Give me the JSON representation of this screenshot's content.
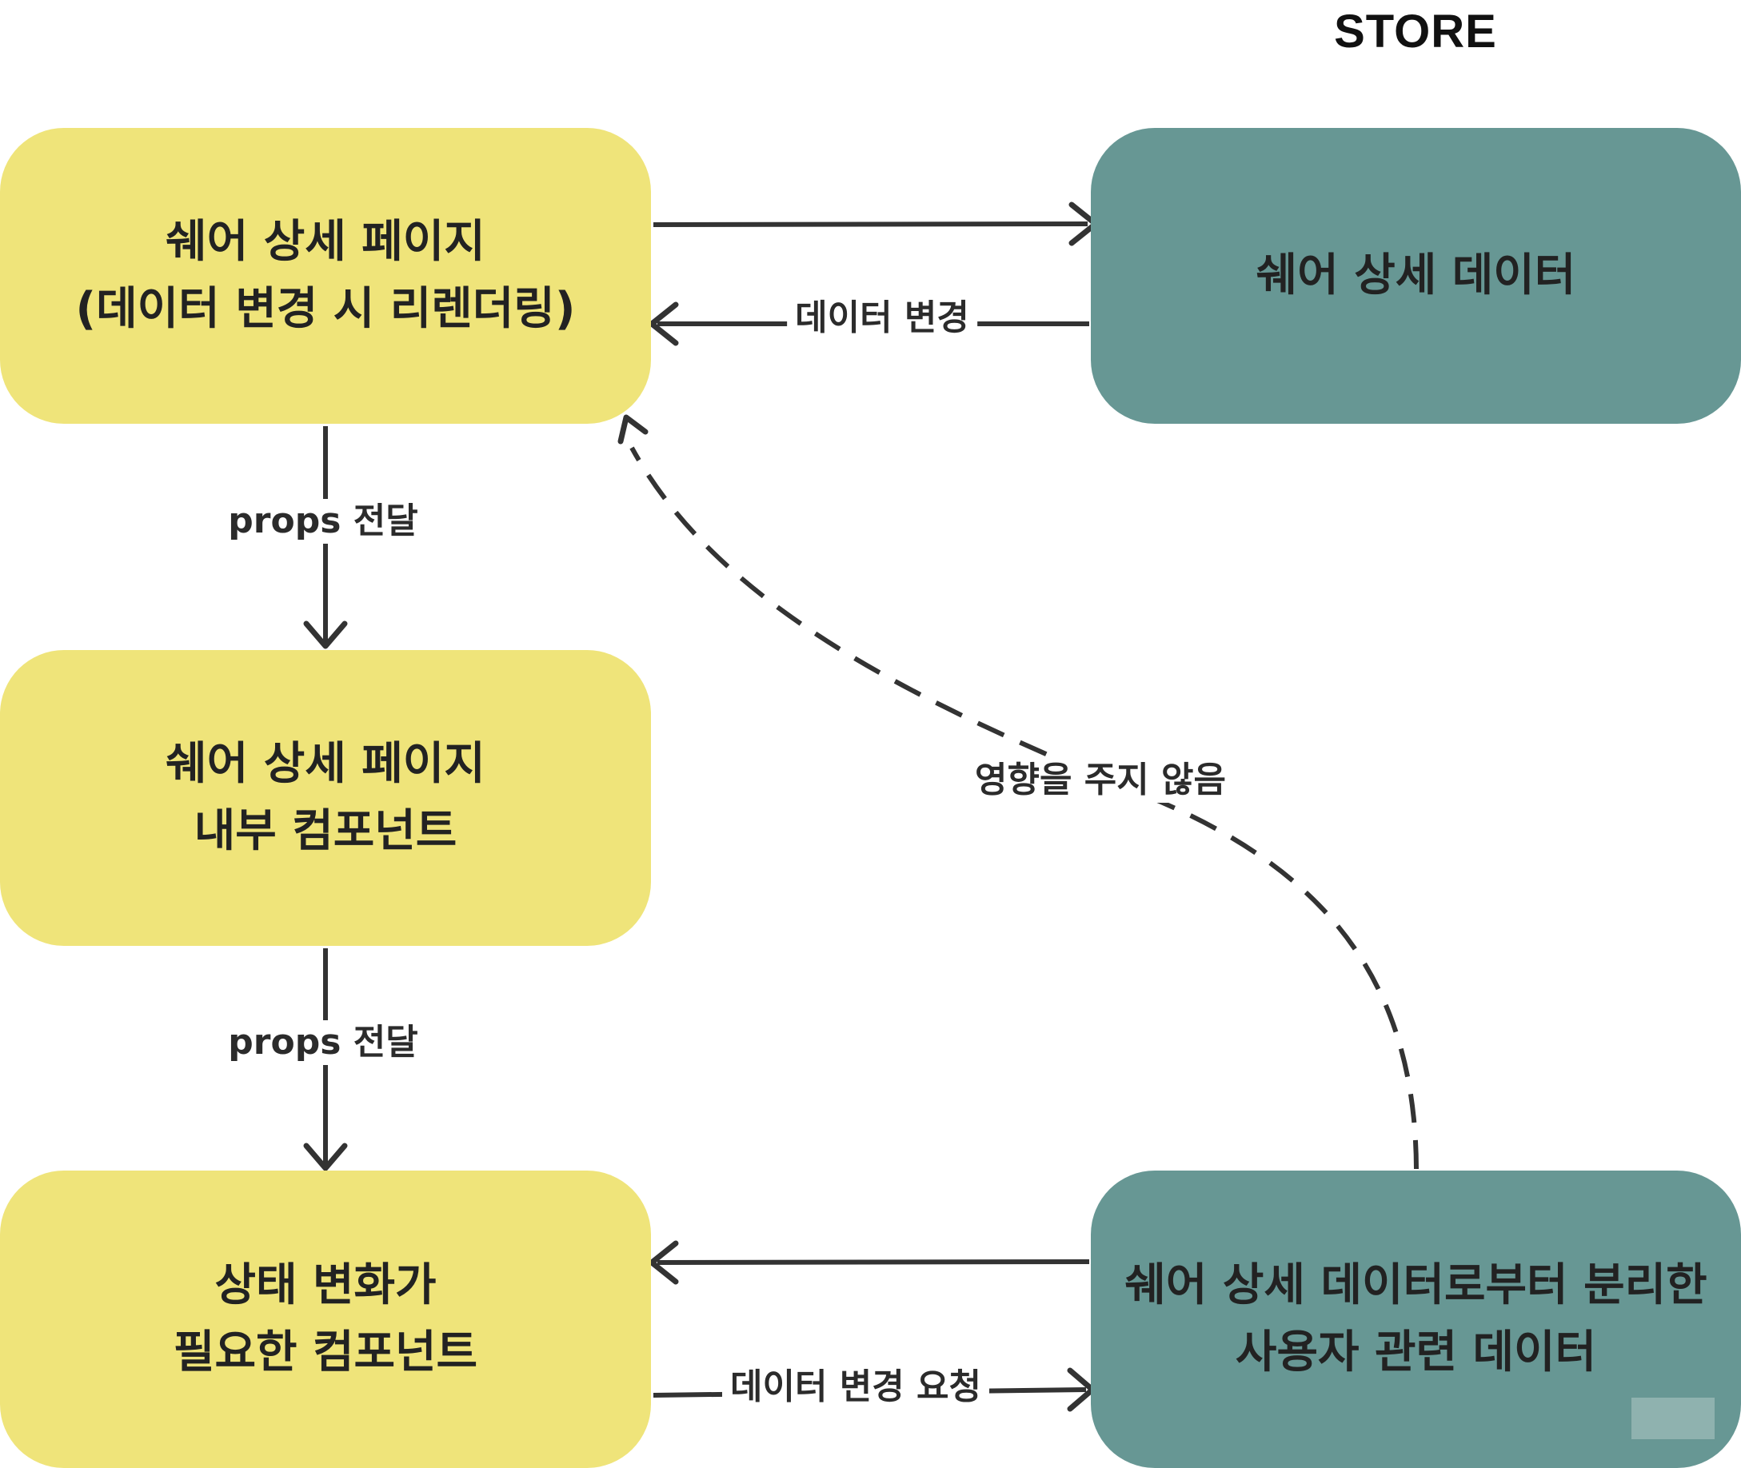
{
  "store_title": "STORE",
  "nodes": {
    "page": {
      "lines": [
        "쉐어 상세 페이지",
        "(데이터 변경 시 리렌더링)"
      ]
    },
    "inner": {
      "lines": [
        "쉐어 상세 페이지",
        "내부 컴포넌트"
      ]
    },
    "state": {
      "lines": [
        "상태 변화가",
        "필요한 컴포넌트"
      ]
    },
    "store_detail": {
      "lines": [
        "쉐어 상세 데이터"
      ]
    },
    "store_user": {
      "lines": [
        "쉐어 상세 데이터로부터 분리한",
        "사용자 관련 데이터"
      ]
    }
  },
  "edges": {
    "detail_change": "데이터 변경",
    "props_1": "props 전달",
    "props_2": "props 전달",
    "no_effect": "영향을 주지 않음",
    "change_request": "데이터 변경 요청"
  },
  "colors": {
    "component_fill": "#efe47a",
    "store_fill": "#679794",
    "arrow": "#333333"
  }
}
